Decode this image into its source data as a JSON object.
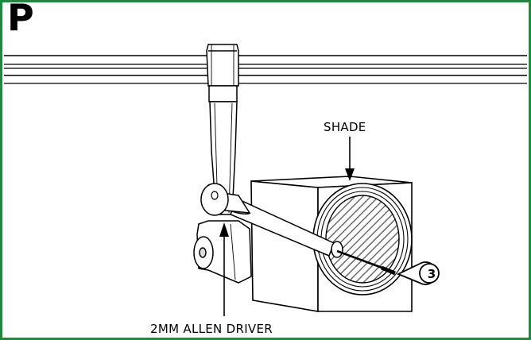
{
  "diagram": {
    "panel_letter": "P",
    "labels": {
      "shade": "SHADE",
      "driver": "2MM ALLEN DRIVER",
      "callout": "3"
    },
    "colors": {
      "border": "#1f8a3c",
      "line": "#000000",
      "hatch": "#666666"
    }
  }
}
